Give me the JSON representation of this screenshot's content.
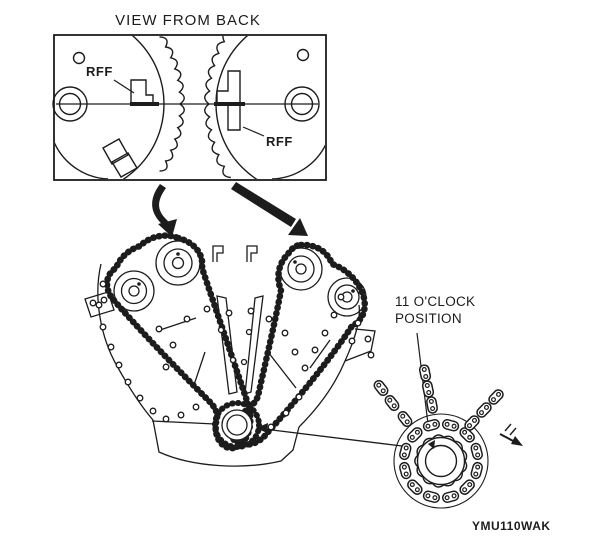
{
  "colors": {
    "ink": "#1c1c1c",
    "paper": "#ffffff"
  },
  "inset": {
    "title": "VIEW FROM BACK",
    "rff_left": "RFF",
    "rff_right": "RFF"
  },
  "detail_callout": {
    "line1": "11 O'CLOCK",
    "line2": "POSITION"
  },
  "figure_code": "YMU110WAK"
}
